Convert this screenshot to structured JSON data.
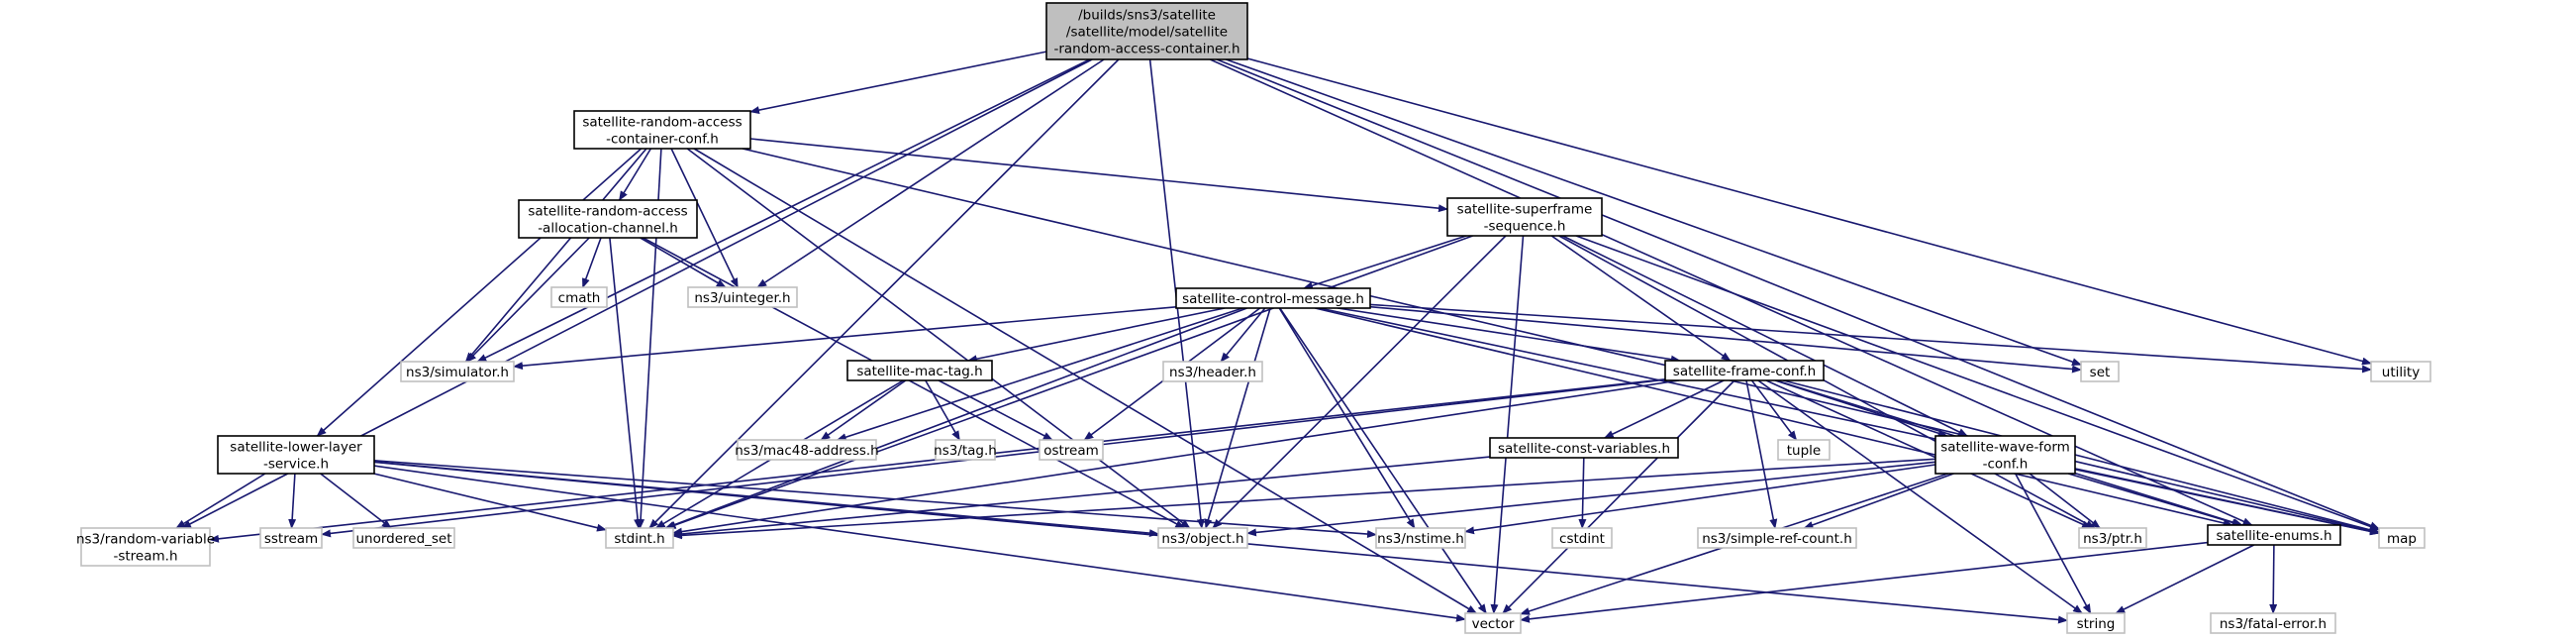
{
  "nodes": {
    "root": [
      "/builds/sns3/satellite",
      "/satellite/model/satellite",
      "-random-access-container.h"
    ],
    "rac_conf": [
      "satellite-random-access",
      "-container-conf.h"
    ],
    "ra_alloc": [
      "satellite-random-access",
      "-allocation-channel.h"
    ],
    "superframe": [
      "satellite-superframe",
      "-sequence.h"
    ],
    "ctrl_msg": [
      "satellite-control-message.h"
    ],
    "mac_tag": [
      "satellite-mac-tag.h"
    ],
    "frame_conf": [
      "satellite-frame-conf.h"
    ],
    "lower_layer": [
      "satellite-lower-layer",
      "-service.h"
    ],
    "const_vars": [
      "satellite-const-variables.h"
    ],
    "wave_form": [
      "satellite-wave-form",
      "-conf.h"
    ],
    "enums": [
      "satellite-enums.h"
    ],
    "simulator": [
      "ns3/simulator.h"
    ],
    "uinteger": [
      "ns3/uinteger.h"
    ],
    "cmath": [
      "cmath"
    ],
    "header": [
      "ns3/header.h"
    ],
    "set": [
      "set"
    ],
    "utility": [
      "utility"
    ],
    "mac48": [
      "ns3/mac48-address.h"
    ],
    "tag": [
      "ns3/tag.h"
    ],
    "ostream": [
      "ostream"
    ],
    "tuple": [
      "tuple"
    ],
    "random_var": [
      "ns3/random-variable",
      "-stream.h"
    ],
    "sstream": [
      "sstream"
    ],
    "unordered_set": [
      "unordered_set"
    ],
    "stdint": [
      "stdint.h"
    ],
    "object": [
      "ns3/object.h"
    ],
    "nstime": [
      "ns3/nstime.h"
    ],
    "cstdint": [
      "cstdint"
    ],
    "simple_ref": [
      "ns3/simple-ref-count.h"
    ],
    "ptr": [
      "ns3/ptr.h"
    ],
    "map": [
      "map"
    ],
    "vector": [
      "vector"
    ],
    "string": [
      "string"
    ],
    "fatal_error": [
      "ns3/fatal-error.h"
    ]
  },
  "edges": [
    [
      "root",
      "rac_conf"
    ],
    [
      "root",
      "simulator"
    ],
    [
      "root",
      "random_var"
    ],
    [
      "root",
      "stdint"
    ],
    [
      "root",
      "uinteger"
    ],
    [
      "root",
      "object"
    ],
    [
      "root",
      "set"
    ],
    [
      "root",
      "utility"
    ],
    [
      "root",
      "enums"
    ],
    [
      "root",
      "map"
    ],
    [
      "rac_conf",
      "ra_alloc"
    ],
    [
      "rac_conf",
      "superframe"
    ],
    [
      "rac_conf",
      "simulator"
    ],
    [
      "rac_conf",
      "uinteger"
    ],
    [
      "rac_conf",
      "lower_layer"
    ],
    [
      "rac_conf",
      "stdint"
    ],
    [
      "rac_conf",
      "object"
    ],
    [
      "rac_conf",
      "vector"
    ],
    [
      "rac_conf",
      "map"
    ],
    [
      "ra_alloc",
      "simulator"
    ],
    [
      "ra_alloc",
      "cmath"
    ],
    [
      "ra_alloc",
      "uinteger"
    ],
    [
      "ra_alloc",
      "stdint"
    ],
    [
      "ra_alloc",
      "object"
    ],
    [
      "superframe",
      "ctrl_msg"
    ],
    [
      "superframe",
      "frame_conf"
    ],
    [
      "superframe",
      "wave_form"
    ],
    [
      "superframe",
      "stdint"
    ],
    [
      "superframe",
      "object"
    ],
    [
      "superframe",
      "ptr"
    ],
    [
      "superframe",
      "vector"
    ],
    [
      "superframe",
      "map"
    ],
    [
      "ctrl_msg",
      "simulator"
    ],
    [
      "ctrl_msg",
      "mac_tag"
    ],
    [
      "ctrl_msg",
      "header"
    ],
    [
      "ctrl_msg",
      "frame_conf"
    ],
    [
      "ctrl_msg",
      "set"
    ],
    [
      "ctrl_msg",
      "utility"
    ],
    [
      "ctrl_msg",
      "mac48"
    ],
    [
      "ctrl_msg",
      "ostream"
    ],
    [
      "ctrl_msg",
      "stdint"
    ],
    [
      "ctrl_msg",
      "object"
    ],
    [
      "ctrl_msg",
      "nstime"
    ],
    [
      "ctrl_msg",
      "enums"
    ],
    [
      "ctrl_msg",
      "map"
    ],
    [
      "ctrl_msg",
      "vector"
    ],
    [
      "mac_tag",
      "mac48"
    ],
    [
      "mac_tag",
      "tag"
    ],
    [
      "mac_tag",
      "ostream"
    ],
    [
      "mac_tag",
      "stdint"
    ],
    [
      "frame_conf",
      "const_vars"
    ],
    [
      "frame_conf",
      "wave_form"
    ],
    [
      "frame_conf",
      "tuple"
    ],
    [
      "frame_conf",
      "random_var"
    ],
    [
      "frame_conf",
      "sstream"
    ],
    [
      "frame_conf",
      "stdint"
    ],
    [
      "frame_conf",
      "simple_ref"
    ],
    [
      "frame_conf",
      "ptr"
    ],
    [
      "frame_conf",
      "enums"
    ],
    [
      "frame_conf",
      "map"
    ],
    [
      "frame_conf",
      "vector"
    ],
    [
      "frame_conf",
      "string"
    ],
    [
      "lower_layer",
      "random_var"
    ],
    [
      "lower_layer",
      "sstream"
    ],
    [
      "lower_layer",
      "unordered_set"
    ],
    [
      "lower_layer",
      "stdint"
    ],
    [
      "lower_layer",
      "object"
    ],
    [
      "lower_layer",
      "nstime"
    ],
    [
      "lower_layer",
      "vector"
    ],
    [
      "lower_layer",
      "string"
    ],
    [
      "const_vars",
      "stdint"
    ],
    [
      "const_vars",
      "cstdint"
    ],
    [
      "wave_form",
      "stdint"
    ],
    [
      "wave_form",
      "object"
    ],
    [
      "wave_form",
      "nstime"
    ],
    [
      "wave_form",
      "simple_ref"
    ],
    [
      "wave_form",
      "ptr"
    ],
    [
      "wave_form",
      "enums"
    ],
    [
      "wave_form",
      "map"
    ],
    [
      "wave_form",
      "vector"
    ],
    [
      "wave_form",
      "string"
    ],
    [
      "enums",
      "fatal_error"
    ],
    [
      "enums",
      "vector"
    ],
    [
      "enums",
      "string"
    ]
  ]
}
